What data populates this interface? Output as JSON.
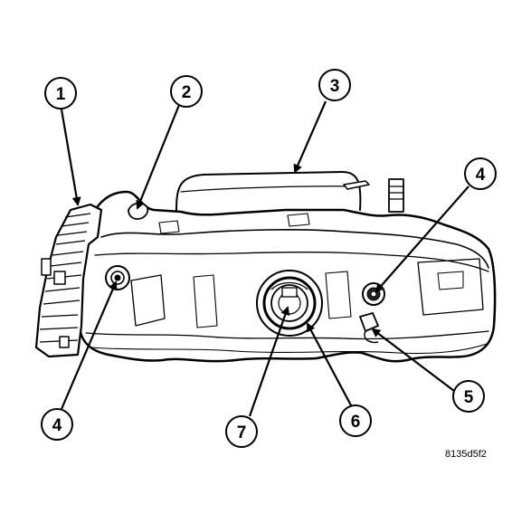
{
  "callouts": [
    {
      "id": "c1",
      "label": "1"
    },
    {
      "id": "c2",
      "label": "2"
    },
    {
      "id": "c3",
      "label": "3"
    },
    {
      "id": "c4a",
      "label": "4"
    },
    {
      "id": "c4b",
      "label": "4"
    },
    {
      "id": "c5",
      "label": "5"
    },
    {
      "id": "c6",
      "label": "6"
    },
    {
      "id": "c7",
      "label": "7"
    }
  ],
  "figure_id": "8135d5f2"
}
